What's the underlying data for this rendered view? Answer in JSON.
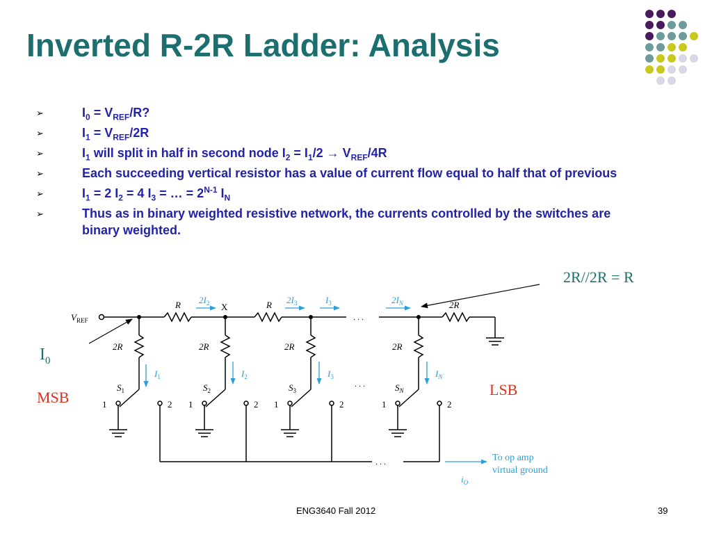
{
  "title": "Inverted R-2R Ladder: Analysis",
  "bullets": [
    {
      "label": "bullet-1",
      "parts": [
        [
          "I",
          "n"
        ],
        [
          "0",
          "sub"
        ],
        [
          " = V",
          "n"
        ],
        [
          "REF",
          "sub"
        ],
        [
          "/R?",
          "n"
        ]
      ]
    },
    {
      "label": "bullet-2",
      "parts": [
        [
          "I",
          "n"
        ],
        [
          "1",
          "sub"
        ],
        [
          " = V",
          "n"
        ],
        [
          "REF",
          "sub"
        ],
        [
          "/2R",
          "n"
        ]
      ]
    },
    {
      "label": "bullet-3",
      "parts": [
        [
          "I",
          "n"
        ],
        [
          "1",
          "sub"
        ],
        [
          " will split in half in second node I",
          "n"
        ],
        [
          "2",
          "sub"
        ],
        [
          " = I",
          "n"
        ],
        [
          "1",
          "sub"
        ],
        [
          "/2  → V",
          "n"
        ],
        [
          "REF",
          "sub"
        ],
        [
          "/4R",
          "n"
        ]
      ]
    },
    {
      "label": "bullet-4",
      "parts": [
        [
          "Each succeeding vertical resistor has a value of current flow equal to half that of previous",
          "n"
        ]
      ]
    },
    {
      "label": "bullet-5",
      "parts": [
        [
          "I",
          "n"
        ],
        [
          "1",
          "sub"
        ],
        [
          " = 2 I",
          "n"
        ],
        [
          "2",
          "sub"
        ],
        [
          " = 4 I",
          "n"
        ],
        [
          "3",
          "sub"
        ],
        [
          " = … = 2",
          "n"
        ],
        [
          "N-1",
          "sup"
        ],
        [
          " I",
          "n"
        ],
        [
          "N",
          "sub"
        ]
      ]
    },
    {
      "label": "bullet-6",
      "parts": [
        [
          "Thus as in binary weighted resistive network, the currents controlled  by the switches are binary weighted.",
          "n"
        ]
      ]
    }
  ],
  "annotations": {
    "parallel": "2R//2R = R",
    "i0_letter": "I",
    "i0_sub": "0",
    "msb": "MSB",
    "lsb": "LSB"
  },
  "circuit": {
    "vref": "V",
    "vref_sub": "REF",
    "series_r": "R",
    "shunt_r": "2R",
    "end_r": "2R",
    "node_x": "X",
    "ellipsis": ". . .",
    "i_top": [
      "2I",
      "2",
      "2I",
      "3",
      "I",
      "3",
      "2I",
      "N"
    ],
    "switches": [
      [
        "S",
        "1"
      ],
      [
        "S",
        "2"
      ],
      [
        "S",
        "3"
      ],
      [
        "S",
        "N"
      ]
    ],
    "branch_currents": [
      [
        "I",
        "1"
      ],
      [
        "I",
        "2"
      ],
      [
        "I",
        "3"
      ],
      [
        "I",
        "N"
      ]
    ],
    "pos1": "1",
    "pos2": "2",
    "output_line1": "To op amp",
    "output_line2": "virtual ground",
    "output_current": "i",
    "output_current_sub": "O"
  },
  "colors": {
    "title": "#1d6e6e",
    "bullet_text": "#2222aa",
    "annotation_teal": "#1d6e6e",
    "annotation_red": "#e03020",
    "circuit_blue": "#2a9fd6",
    "dot_purple": "#4a1a5e",
    "dot_gray": "#6f9a9a",
    "dot_yellow": "#c8c81e",
    "dot_light": "#d8d8e4"
  },
  "footer": {
    "course": "ENG3640 Fall 2012",
    "page": "39"
  }
}
